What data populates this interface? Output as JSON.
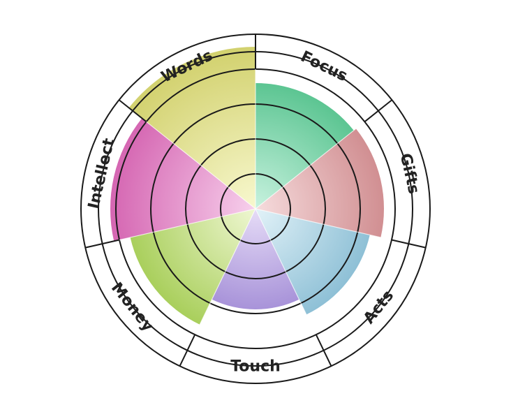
{
  "chart_data": {
    "type": "polar-area",
    "title": "",
    "max": 6,
    "rings": [
      1,
      2,
      3,
      4,
      5,
      6
    ],
    "categories": [
      "Focus",
      "Gifts",
      "Acts",
      "Touch",
      "Money",
      "Intellect",
      "Words"
    ],
    "values": [
      4.5,
      4.6,
      4.2,
      3.6,
      4.6,
      5.2,
      5.8
    ],
    "colors": [
      {
        "outer": "#5cc592",
        "inner": "#c8f2df"
      },
      {
        "outer": "#d18f92",
        "inner": "#f6dcdd"
      },
      {
        "outer": "#8ec0d6",
        "inner": "#e2f2f8"
      },
      {
        "outer": "#a893d9",
        "inner": "#e6dcf7"
      },
      {
        "outer": "#a9cf5c",
        "inner": "#eff7d2"
      },
      {
        "outer": "#d566b2",
        "inner": "#f7d0ec"
      },
      {
        "outer": "#d2d16e",
        "inner": "#f8f8cf"
      }
    ],
    "line_color": "#1a1a1a",
    "grid": true,
    "legend": "none"
  }
}
